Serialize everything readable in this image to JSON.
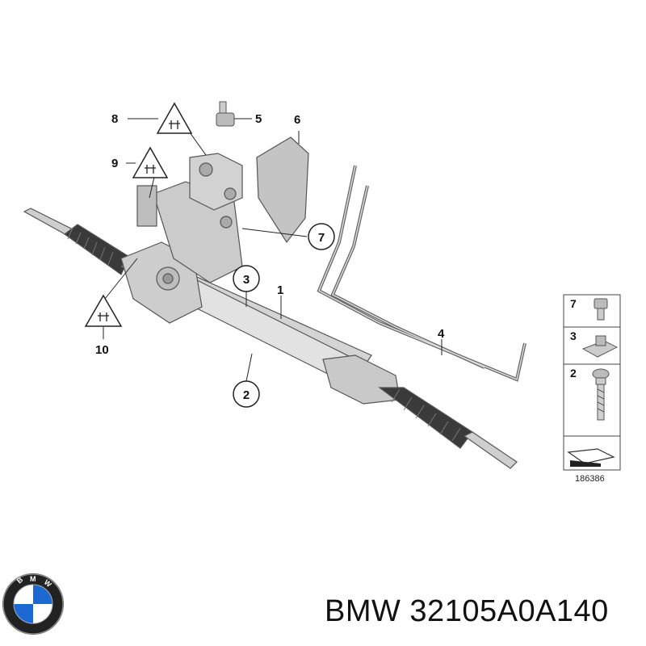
{
  "callouts": {
    "c1": "1",
    "c2": "2",
    "c3": "3",
    "c4": "4",
    "c5": "5",
    "c6": "6",
    "c7": "7",
    "c8": "8",
    "c9": "9",
    "c10": "10"
  },
  "legend": {
    "items": [
      {
        "number": "7",
        "part": "bolt"
      },
      {
        "number": "3",
        "part": "nut"
      },
      {
        "number": "2",
        "part": "screw"
      }
    ],
    "diagram_number": "186386"
  },
  "logo": {
    "letters": "BMW"
  },
  "caption": "BMW 32105A0A140",
  "colors": {
    "parts_fill": "#d9d9d9",
    "parts_stroke": "#555555",
    "line": "#222222",
    "logo_blue": "#1c69d4"
  }
}
